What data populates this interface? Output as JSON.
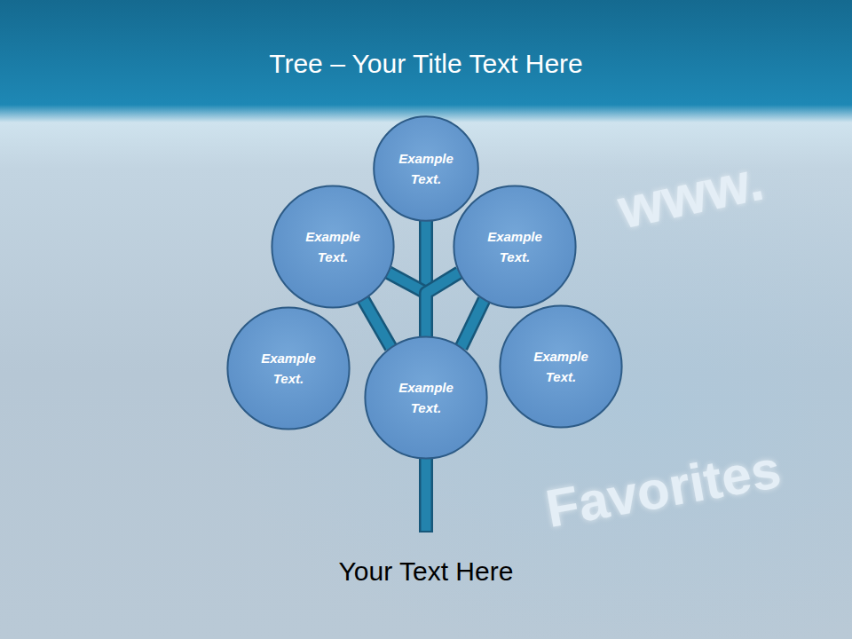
{
  "diagram": {
    "title": "Tree – Your Title Text Here",
    "caption": "Your Text Here",
    "nodes": [
      {
        "text": [
          "Example Text."
        ]
      },
      {
        "text": [
          "Example Text."
        ]
      },
      {
        "text": [
          "Example Text."
        ]
      },
      {
        "text": [
          "Example Text."
        ]
      },
      {
        "text": [
          "Example Text."
        ]
      },
      {
        "text": [
          "Example Text."
        ]
      }
    ],
    "edges": [
      {
        "from": 4,
        "to": 0,
        "arrow": "none"
      },
      {
        "from": 4,
        "to": 1,
        "arrow": "none"
      },
      {
        "from": 4,
        "to": 1,
        "arrow": "none"
      },
      {
        "from": 4,
        "to": 2,
        "arrow": "none"
      },
      {
        "from": 4,
        "to": 2,
        "arrow": "none"
      }
    ],
    "labels": [
      "www.",
      "Favorites"
    ]
  }
}
